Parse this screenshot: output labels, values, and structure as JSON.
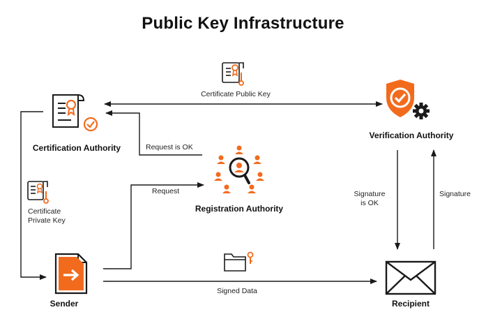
{
  "title": "Public Key Infrastructure",
  "nodes": {
    "certification_authority": "Certification Authority",
    "verification_authority": "Verification Authority",
    "registration_authority": "Registration Authority",
    "sender": "Sender",
    "recipient": "Recipient"
  },
  "edges": {
    "certificate_public_key": "Certificate Public Key",
    "request_is_ok": "Request is OK",
    "request": "Request",
    "certificate_private_key_line1": "Certificate",
    "certificate_private_key_line2": "Private Key",
    "signed_data": "Signed Data",
    "signature_is_ok_line1": "Signature",
    "signature_is_ok_line2": "is OK",
    "signature": "Signature"
  },
  "colors": {
    "accent": "#f26b1d",
    "line": "#1a1a1a"
  },
  "icons": [
    "certificate-icon",
    "shield-check-gear-icon",
    "people-search-icon",
    "send-document-icon",
    "envelope-icon",
    "folder-key-icon"
  ]
}
